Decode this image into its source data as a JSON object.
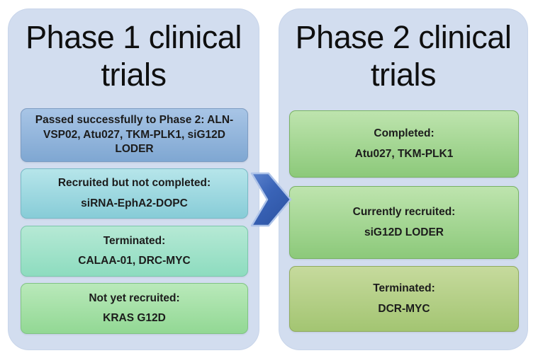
{
  "left_panel": {
    "title": "Phase 1 clinical trials",
    "boxes": [
      {
        "text": "Passed successfully to Phase 2: ALN-VSP02, Atu027, TKM-PLK1, siG12D LODER",
        "color": "blue"
      },
      {
        "label": "Recruited but not completed:",
        "items": "siRNA-EphA2-DOPC",
        "color": "cyan"
      },
      {
        "label": "Terminated:",
        "items": "CALAA-01, DRC-MYC",
        "color": "mint"
      },
      {
        "label": "Not yet recruited:",
        "items": "KRAS G12D",
        "color": "green"
      }
    ]
  },
  "right_panel": {
    "title": "Phase 2 clinical trials",
    "boxes": [
      {
        "label": "Completed:",
        "items": "Atu027, TKM-PLK1",
        "color": "green2"
      },
      {
        "label": "Currently recruited:",
        "items": "siG12D LODER",
        "color": "green2"
      },
      {
        "label": "Terminated:",
        "items": "DCR-MYC",
        "color": "olive"
      }
    ]
  },
  "arrow": {
    "name": "right-chevron-arrow",
    "direction": "right"
  },
  "palette": {
    "panel_background": "#d2ddef",
    "box_blue_top": "#a8c5e6",
    "box_blue_bottom": "#7fa7d2",
    "box_cyan_top": "#b6e5ea",
    "box_cyan_bottom": "#87ccd7",
    "box_mint_top": "#b6e9d5",
    "box_mint_bottom": "#8ddcbf",
    "box_green_top": "#b9e9ba",
    "box_green_bottom": "#92d894",
    "box_green2_top": "#bee4ae",
    "box_green2_bottom": "#8cc97a",
    "box_olive_top": "#c6da9d",
    "box_olive_bottom": "#a3c572",
    "arrow_fill_top": "#4a74c4",
    "arrow_fill_bottom": "#2e55a5",
    "arrow_outline": "#aec3e8",
    "text_color": "#1c1c1c"
  }
}
